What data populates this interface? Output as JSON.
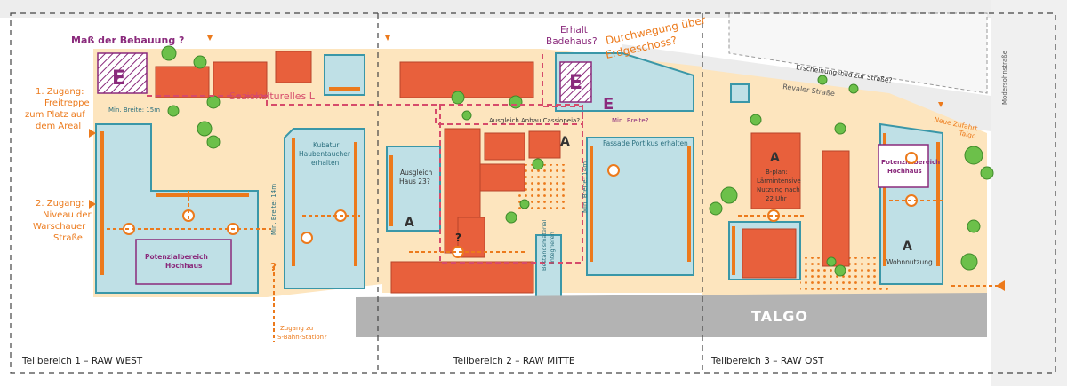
{
  "colors": {
    "building": "#e8603c",
    "building_edge": "#b8442a",
    "area_fill": "#fde5be",
    "courtyard": "#bfe0e6",
    "teal": "#3a97a8",
    "orange": "#ec7a1c",
    "purple": "#8a2a7c",
    "green": "#6cc04a",
    "street": "#e8e8e8",
    "grey_block": "#b3b3b3"
  },
  "sections": {
    "west": "Teilbereich 1 – RAW WEST",
    "mitte": "Teilbereich 2 – RAW MITTE",
    "ost": "Teilbereich 3 – RAW OST"
  },
  "streets": {
    "revaler": "Revaler Straße",
    "modersohn": "Modersohnstraße",
    "talgo": "TALGO"
  },
  "notes": {
    "mass_bebauung": "Maß der Bebauung ?",
    "erhalt_badehaus_1": "Erhalt",
    "erhalt_badehaus_2": "Badehaus?",
    "durchwegung_1": "Durchwegung über",
    "durchwegung_2": "Erdgeschoss?",
    "zugang1_1": "1. Zugang:",
    "zugang1_2": "Freitreppe",
    "zugang1_3": "zum Platz auf",
    "zugang1_4": "dem Areal",
    "zugang2_1": "2. Zugang:",
    "zugang2_2": "Niveau der",
    "zugang2_3": "Warschauer",
    "zugang2_4": "Straße",
    "soziokulturelles": "Soziokulturelles L",
    "min_breite_15": "Min. Breite: 15m",
    "min_breite_14": "Min. Breite: 14m",
    "min_breite_q": "Min. Breite?",
    "min_breite_mitte": "Min. Breite: 14m",
    "kubatur_1": "Kubatur",
    "kubatur_2": "Haubentaucher",
    "kubatur_3": "erhalten",
    "ausgleich_anbau": "Ausgleich Anbau Cassiopeia?",
    "ausgleich_haus_1": "Ausgleich",
    "ausgleich_haus_2": "Haus 23?",
    "fassade_portikus": "Fassade Portikus erhalten",
    "bestandsmaterial_1": "Bestandsmaterial",
    "bestandsmaterial_2": "integrieren",
    "bplan_1": "B-plan:",
    "bplan_2": "Lärmintensive",
    "bplan_3": "Nutzung nach",
    "bplan_4": "22 Uhr",
    "erscheinungsbild": "Erscheinungsbild zur Straße?",
    "neue_zufahrt_1": "Neue Zufahrt",
    "neue_zufahrt_2": "Talgo",
    "wohnnutzung": "Wohnnutzung",
    "potenzial_1": "Potenzialbereich",
    "potenzial_2": "Hochhaus",
    "zugang_sbahn_1": "Zugang zu",
    "zugang_sbahn_2": "S-Bahn-Station?",
    "question": "?"
  },
  "legend_letters": {
    "E": "E",
    "A": "A"
  }
}
